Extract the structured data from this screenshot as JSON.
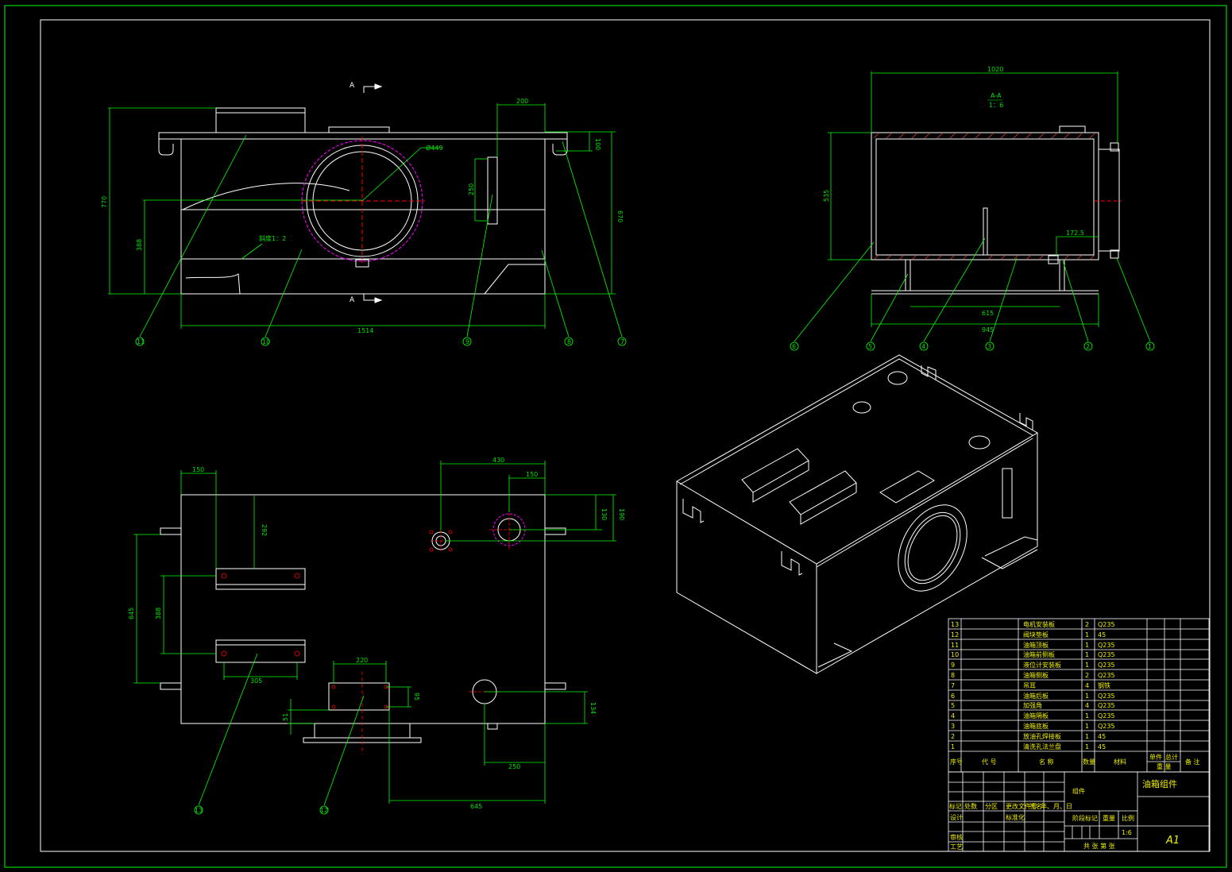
{
  "front_view": {
    "section_mark_top": "A",
    "section_mark_bottom": "A",
    "dims": {
      "width_200": "200",
      "height_770": "770",
      "height_388": "388",
      "height_670": "670",
      "height_100": "100",
      "dim_250": "250",
      "diameter": "Ø449",
      "slope": "斜度1：2",
      "length_1514": "1514"
    },
    "balloons": [
      "11",
      "10",
      "9",
      "8",
      "7"
    ]
  },
  "section_view": {
    "title": "A-A",
    "scale": "1：6",
    "dims": {
      "width_1020": "1020",
      "height_535": "535",
      "dim_1725": "172.5",
      "dim_615": "615",
      "dim_945": "945"
    },
    "balloons": [
      "6",
      "5",
      "4",
      "3",
      "2",
      "1"
    ]
  },
  "top_view": {
    "dims": {
      "d150_left": "150",
      "d430": "430",
      "d150_right": "150",
      "d292": "292",
      "d130": "130",
      "d190": "190",
      "d645_v": "645",
      "d388": "388",
      "d305": "305",
      "d220": "220",
      "d95": "95",
      "d51": "51",
      "d134": "134",
      "d250": "250",
      "d645_h": "645"
    },
    "balloons": [
      "13",
      "12"
    ]
  },
  "bom": {
    "rows": [
      {
        "no": "13",
        "name": "电机安装板",
        "qty": "2",
        "material": "Q235"
      },
      {
        "no": "12",
        "name": "阀块垫板",
        "qty": "1",
        "material": "45"
      },
      {
        "no": "11",
        "name": "油箱顶板",
        "qty": "1",
        "material": "Q235"
      },
      {
        "no": "10",
        "name": "油箱前侧板",
        "qty": "1",
        "material": "Q235"
      },
      {
        "no": "9",
        "name": "液位计安装板",
        "qty": "1",
        "material": "Q235"
      },
      {
        "no": "8",
        "name": "油箱侧板",
        "qty": "2",
        "material": "Q235"
      },
      {
        "no": "7",
        "name": "吊耳",
        "qty": "4",
        "material": "钢铁"
      },
      {
        "no": "6",
        "name": "油箱后板",
        "qty": "1",
        "material": "Q235"
      },
      {
        "no": "5",
        "name": "加强角",
        "qty": "4",
        "material": "Q235"
      },
      {
        "no": "4",
        "name": "油箱隔板",
        "qty": "1",
        "material": "Q235"
      },
      {
        "no": "3",
        "name": "油箱底板",
        "qty": "1",
        "material": "Q235"
      },
      {
        "no": "2",
        "name": "放油孔焊接板",
        "qty": "1",
        "material": "45"
      },
      {
        "no": "1",
        "name": "清洗孔法兰盘",
        "qty": "1",
        "material": "45"
      }
    ],
    "header": {
      "no": "序号",
      "code": "代  号",
      "name": "名  称",
      "qty": "数量",
      "material": "材料",
      "unit_weight": "单件",
      "total_weight": "总计",
      "weight": "重  量",
      "remark": "备 注"
    }
  },
  "title_block": {
    "assembly_label": "组件",
    "title": "油箱组件",
    "mark": "标记",
    "count": "处数",
    "zone": "分区",
    "change_doc": "更改文件号",
    "signature": "签名",
    "date": "年、月、日",
    "design": "设计",
    "standardization": "标准化",
    "stage_mark": "阶段标记",
    "weight": "重量",
    "scale": "比例",
    "scale_value": "1:6",
    "review": "审核",
    "process": "工艺",
    "sheets": "共  张  第  张",
    "sheet_size": "A1"
  }
}
